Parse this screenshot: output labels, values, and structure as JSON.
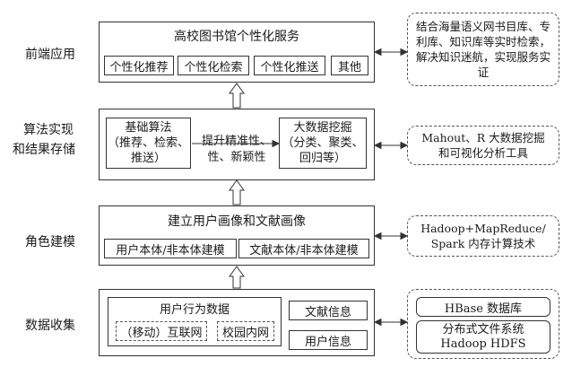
{
  "layers": {
    "frontend": {
      "label": "前端应用",
      "title": "高校图书馆个性化服务",
      "items": [
        "个性化推荐",
        "个性化检索",
        "个性化推送",
        "其他"
      ],
      "note": "结合海量语义网书目库、专利库、知识库等实时检索，解决知识迷航，实现服务实证"
    },
    "algorithm": {
      "label_line1": "算法实现",
      "label_line2": "和结果存储",
      "basic_title": "基础算法",
      "basic_line2": "（推荐、检索、",
      "basic_line3": "推送）",
      "middle_line1": "提升精准性、",
      "middle_line2": "性、新颖性",
      "bigdata_title": "大数据挖掘",
      "bigdata_line2": "（分类、聚类、",
      "bigdata_line3": "回归等）",
      "note_line1": "Mahout、R 大数据挖掘",
      "note_line2": "和可视化分析工具"
    },
    "modeling": {
      "label": "角色建模",
      "title": "建立用户画像和文献画像",
      "left": "用户本体/非本体建模",
      "right": "文献本体/非本体建模",
      "note_line1": "Hadoop+MapReduce/",
      "note_line2": "Spark 内存计算技术"
    },
    "collection": {
      "label": "数据收集",
      "behavior_title": "用户行为数据",
      "internet": "（移动）互联网",
      "campus": "校园内网",
      "literature": "文献信息",
      "userinfo": "用户信息",
      "hbase": "HBase 数据库",
      "hdfs_line1": "分布式文件系统",
      "hdfs_line2": "Hadoop HDFS"
    }
  }
}
